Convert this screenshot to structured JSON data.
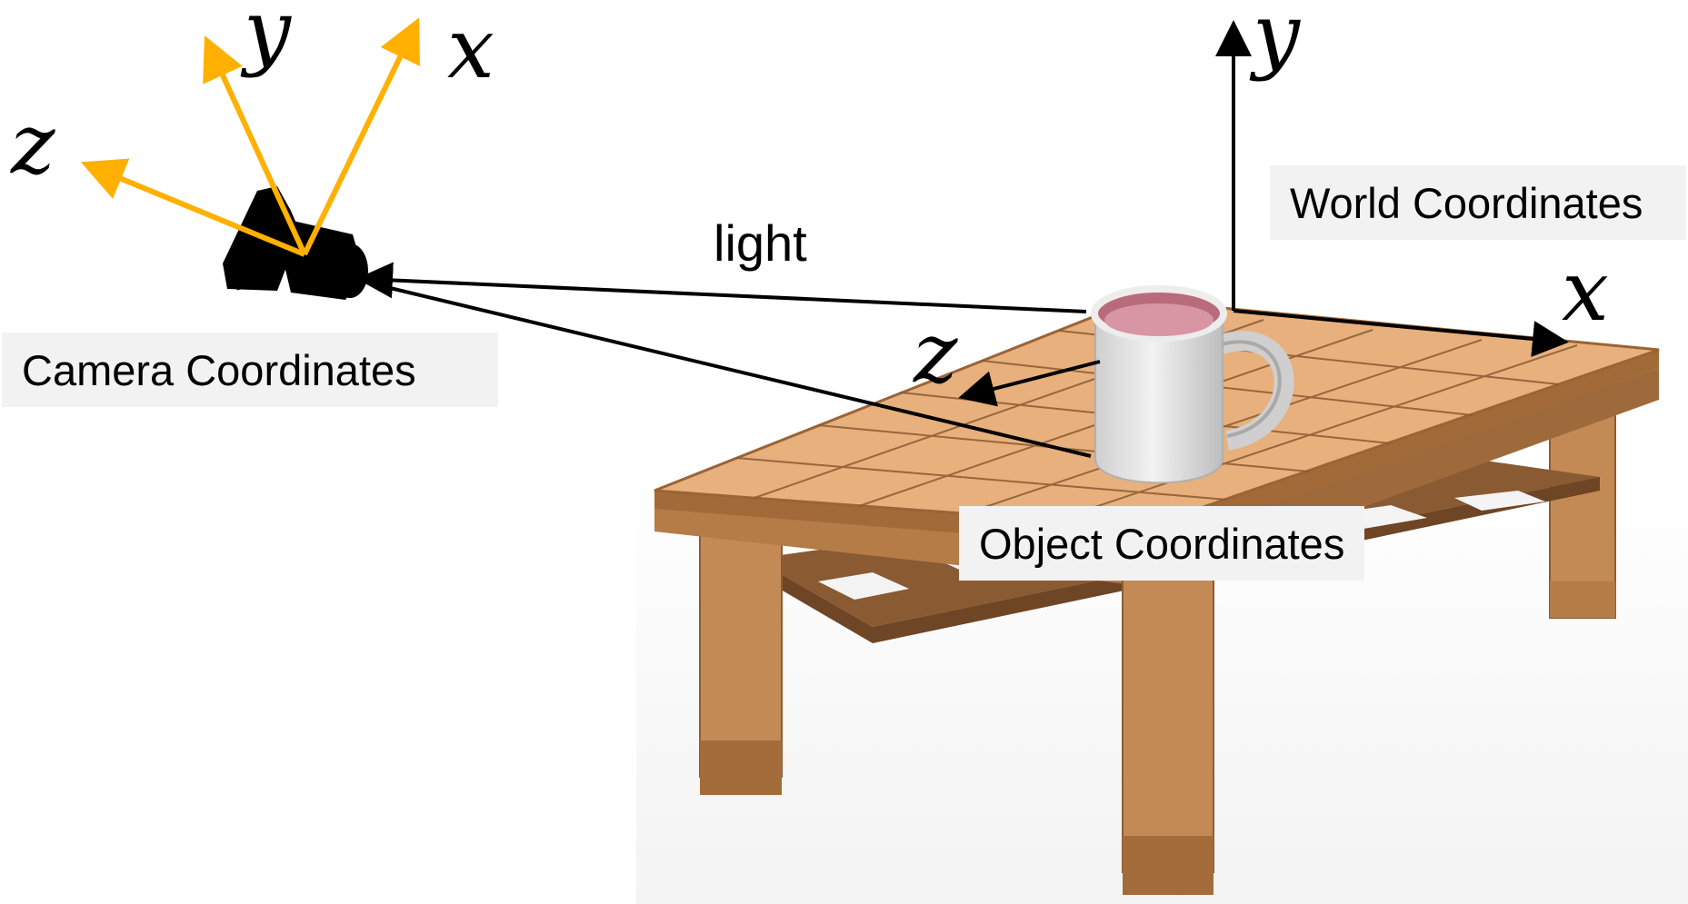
{
  "labels": {
    "camera_coordinates": "Camera Coordinates",
    "world_coordinates": "World Coordinates",
    "object_coordinates": "Object Coordinates",
    "light": "light"
  },
  "axes": {
    "camera": {
      "x": "x",
      "y": "y",
      "z": "z"
    },
    "world": {
      "x": "x",
      "y": "y"
    },
    "object": {
      "z": "z"
    }
  },
  "colors": {
    "camera_axes": "#ffb000",
    "world_axes": "#000000",
    "table_top": "#e8b07c",
    "table_wood": "#c58a55",
    "mug_body": "#e6e6e6",
    "mug_inside": "#b86b7b",
    "label_bg": "#f2f2f2"
  }
}
